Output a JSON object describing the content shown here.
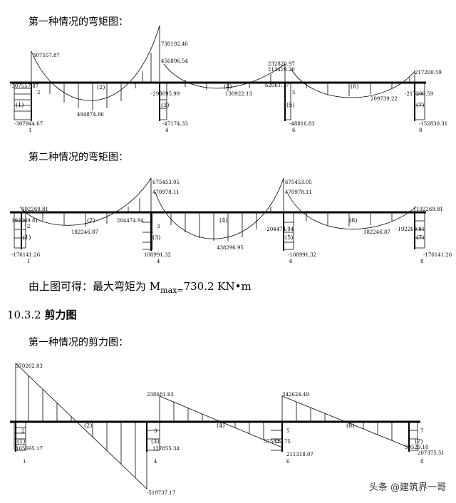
{
  "captions": {
    "moment_case1": "第一种情况的弯矩图：",
    "moment_case2": "第二种情况的弯矩图：",
    "result_prefix": "由上图可得：最大弯矩为 M",
    "result_sub": "max=",
    "result_value": "730.2 KN•m",
    "section_number": "10.3.2 ",
    "section_title": "剪力图",
    "shear_case1": "第一种情况的剪力图："
  },
  "diagram1": {
    "values": [
      "307557.87",
      "730192.40",
      "456896.54",
      "232820.97",
      "213429.20",
      "217200.59",
      "-307557.87",
      "494874.86",
      "-293095.99",
      "130922.13",
      "62061.77",
      "209739.22",
      "-217200.59",
      "-307944.67",
      "-47174.33",
      "-48816.83",
      "-152830.31"
    ],
    "members": [
      "(1)",
      "(2)",
      "(3)",
      "(4)",
      "(5)",
      "(6)",
      "(7)"
    ],
    "nodes": [
      "1",
      "2",
      "4",
      "5",
      "6",
      "8"
    ]
  },
  "diagram2": {
    "values": [
      "192269.81",
      "675453.05",
      "470978.11",
      "675453.05",
      "470978.11",
      "192269.81",
      "182246.87",
      "204474.94",
      "438296.95",
      "-204474.94",
      "182246.87",
      "-192269.81",
      "192269.81",
      "-176141.26",
      "108991.32",
      "-108991.32",
      "-176141.26"
    ],
    "members": [
      "(1)",
      "(2)",
      "(3)",
      "(4)",
      "(5)",
      "(6)",
      "(7)"
    ],
    "nodes": [
      "1",
      "2",
      "3",
      "4",
      "6",
      "8"
    ]
  },
  "diagram3": {
    "values": [
      "370262.83",
      "238681.93",
      "342624.49",
      "105695.17",
      "127855.34",
      "57582.175",
      "211318.07",
      "39529.10",
      "207375.51",
      "-519737.17"
    ],
    "members": [
      "(1)",
      "(2)",
      "(3)",
      "(4)",
      "(5)",
      "(6)",
      "(7)"
    ],
    "nodes": [
      "1",
      "2",
      "3",
      "4",
      "5",
      "6",
      "7",
      "8"
    ]
  },
  "watermark": "头条 @建筑界一哥"
}
